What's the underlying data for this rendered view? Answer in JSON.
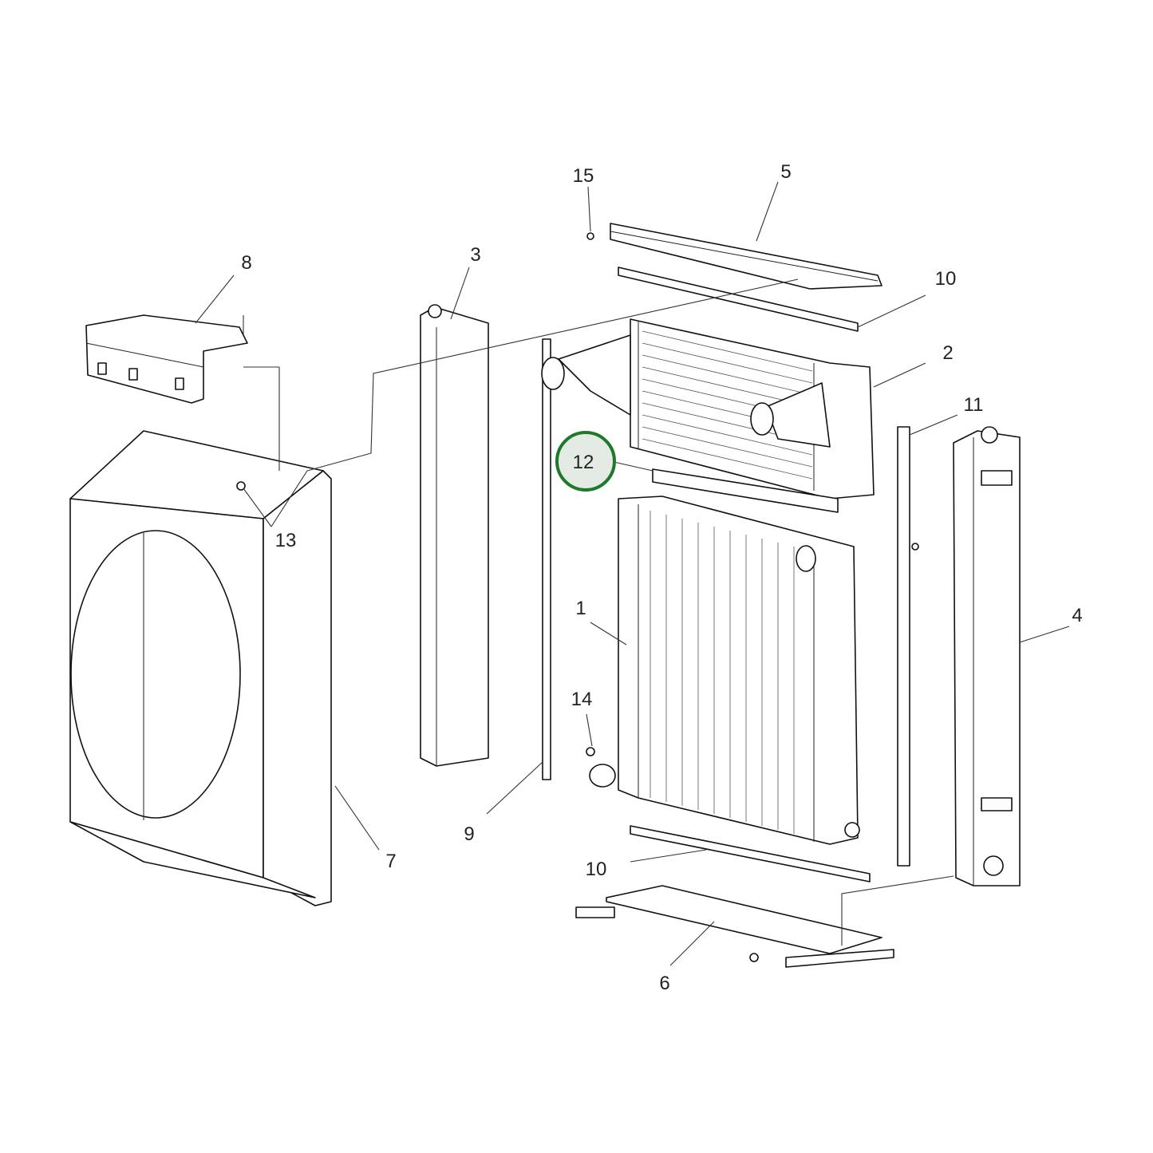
{
  "diagram": {
    "type": "exploded parts diagram",
    "highlight_color": "#1e7a2a",
    "highlighted_callout": "12",
    "callouts": [
      {
        "id": "15",
        "label": "15"
      },
      {
        "id": "5",
        "label": "5"
      },
      {
        "id": "8",
        "label": "8"
      },
      {
        "id": "3",
        "label": "3"
      },
      {
        "id": "10a",
        "label": "10"
      },
      {
        "id": "2",
        "label": "2"
      },
      {
        "id": "11",
        "label": "11"
      },
      {
        "id": "12",
        "label": "12"
      },
      {
        "id": "13",
        "label": "13"
      },
      {
        "id": "1",
        "label": "1"
      },
      {
        "id": "4",
        "label": "4"
      },
      {
        "id": "14",
        "label": "14"
      },
      {
        "id": "9",
        "label": "9"
      },
      {
        "id": "7",
        "label": "7"
      },
      {
        "id": "10b",
        "label": "10"
      },
      {
        "id": "6",
        "label": "6"
      }
    ]
  }
}
